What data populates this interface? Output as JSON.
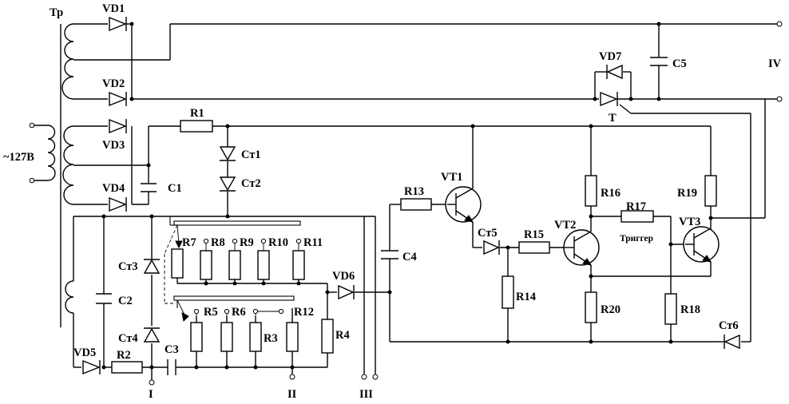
{
  "labels": {
    "transformer": "Тр",
    "mains": "~127В",
    "vd1": "VD1",
    "vd2": "VD2",
    "vd3": "VD3",
    "vd4": "VD4",
    "vd5": "VD5",
    "vd6": "VD6",
    "vd7": "VD7",
    "r1": "R1",
    "r2": "R2",
    "r3": "R3",
    "r4": "R4",
    "r5": "R5",
    "r6": "R6",
    "r7": "R7",
    "r8": "R8",
    "r9": "R9",
    "r10": "R10",
    "r11": "R11",
    "r12": "R12",
    "r13": "R13",
    "r14": "R14",
    "r15": "R15",
    "r16": "R16",
    "r17": "R17",
    "r18": "R18",
    "r19": "R19",
    "r20": "R20",
    "c1": "C1",
    "c2": "C2",
    "c3": "C3",
    "c4": "C4",
    "c5": "C5",
    "st1": "Ст1",
    "st2": "Ст2",
    "st3": "Ст3",
    "st4": "Ст4",
    "st5": "Ст5",
    "st6": "Ст6",
    "vt1": "VT1",
    "vt2": "VT2",
    "vt3": "VT3",
    "thyristor": "Т",
    "trigger": "Триггер",
    "out1": "I",
    "out2": "II",
    "out3": "III",
    "out4": "IV"
  }
}
